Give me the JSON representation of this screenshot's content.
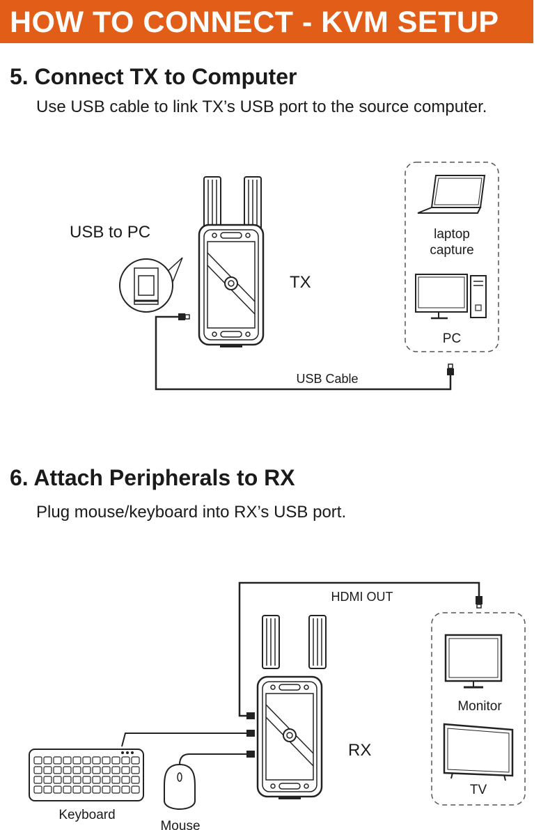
{
  "banner": {
    "title": "HOW TO CONNECT - KVM SETUP",
    "color": "#e25d17"
  },
  "step5": {
    "title": "5. Connect TX to Computer",
    "description": "Use USB cable to link TX’s USB port to the source computer.",
    "labels": {
      "usb_to_pc": "USB to PC",
      "tx": "TX",
      "laptop_line1": "laptop",
      "laptop_line2": "capture",
      "pc": "PC",
      "usb_cable": "USB Cable"
    }
  },
  "step6": {
    "title": "6. Attach Peripherals to RX",
    "description": "Plug mouse/keyboard into RX’s USB port.",
    "labels": {
      "hdmi_out": "HDMI OUT",
      "rx": "RX",
      "monitor": "Monitor",
      "tv": "TV",
      "keyboard": "Keyboard",
      "mouse": "Mouse"
    }
  },
  "icons": [
    "antenna-icon",
    "laptop-icon",
    "desktop-pc-icon",
    "usb-plug-icon",
    "monitor-icon",
    "tv-icon",
    "keyboard-icon",
    "mouse-icon",
    "magnifier-callout-icon"
  ]
}
